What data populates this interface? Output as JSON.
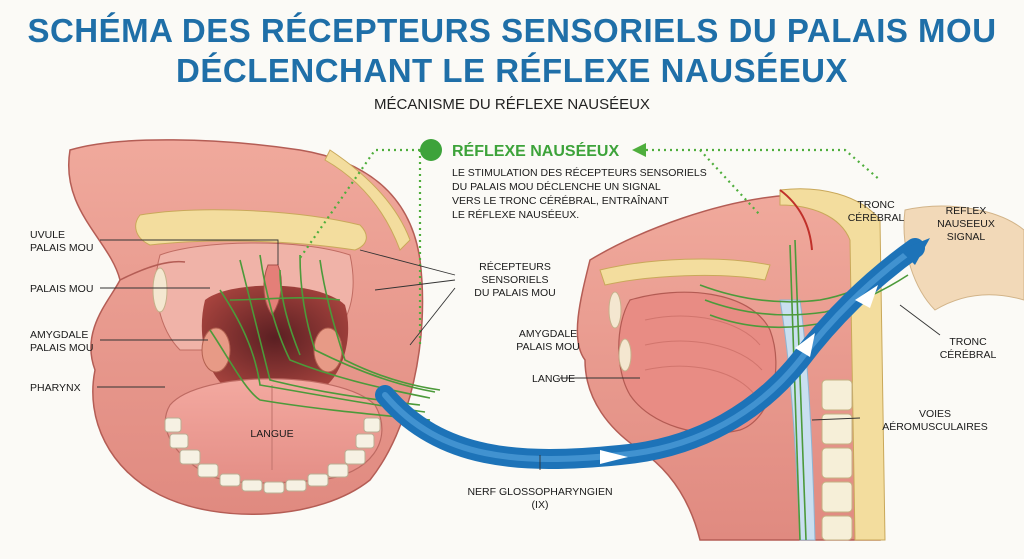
{
  "title_line1": "SCHÉMA DES RÉCEPTEURS SENSORIELS DU PALAIS MOU",
  "title_line2": "DÉCLENCHANT LE RÉFLEXE NAUSÉEUX",
  "subtitle": "MÉCANISME DU RÉFLEXE NAUSÉEUX",
  "reflex": {
    "heading": "RÉFLEXE NAUSÉEUX",
    "desc_line1": "LE STIMULATION DES RÉCEPTEURS SENSORIELS",
    "desc_line2": "DU PALAIS MOU DÉCLENCHE UN SIGNAL",
    "desc_line3": "VERS LE TRONC CÉRÉBRAL, ENTRAÎNANT",
    "desc_line4": "LE RÉFLEXE NAUSÉEUX."
  },
  "labels": {
    "uvule_1": "UVULE",
    "uvule_2": "PALAIS MOU",
    "palais_mou": "PALAIS MOU",
    "amygdale_1": "AMYGDALE",
    "amygdale_2": "PALAIS MOU",
    "pharynx": "PHARYNX",
    "langue": "LANGUE",
    "recepteurs_1": "RÉCEPTEURS",
    "recepteurs_2": "SENSORIELS",
    "recepteurs_3": "DU PALAIS MOU",
    "amygdale_r1": "AMYGDALE",
    "amygdale_r2": "PALAIS MOU",
    "langue_r": "LANGUE",
    "nerf_1": "NERF GLOSSOPHARYNGIEN",
    "nerf_2": "(IX)",
    "tronc_top_1": "TRONC",
    "tronc_top_2": "CÉRÉBRAL",
    "reflex_signal_1": "REFLEX",
    "reflex_signal_2": "NAUSEEUX",
    "reflex_signal_3": "SIGNAL",
    "tronc_r1": "TRONC",
    "tronc_r2": "CÉRÉBRAL",
    "voies_1": "VOIES",
    "voies_2": "AÉROMUSCULAIRES"
  },
  "colors": {
    "title": "#1f6fa8",
    "nerve": "#4c9a3a",
    "dotted": "#4fae3c",
    "arrow": "#1d73b8",
    "tissue": "#e8968c"
  }
}
